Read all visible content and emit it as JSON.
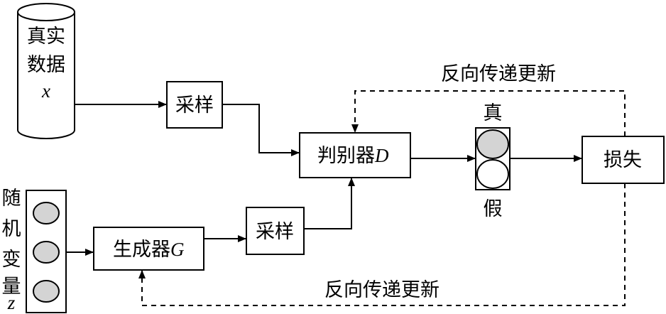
{
  "data_source": {
    "line1": "真实",
    "line2": "数据",
    "var": "x"
  },
  "sample_top": "采样",
  "sample_bottom": "采样",
  "discriminator": {
    "label": "判别器",
    "var": "D"
  },
  "real_label": "真",
  "fake_label": "假",
  "loss": "损失",
  "backprop_top": "反向传递更新",
  "backprop_bottom": "反向传递更新",
  "noise": {
    "chars": [
      "随",
      "机",
      "变",
      "量"
    ],
    "var": "z"
  },
  "generator": {
    "label": "生成器",
    "var": "G"
  },
  "colors": {
    "circle_fill": "#d4d4d4",
    "stroke": "#000000"
  }
}
